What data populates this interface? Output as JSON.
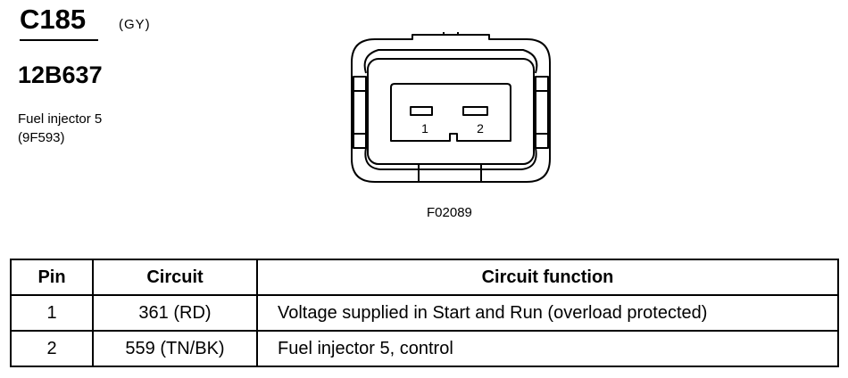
{
  "header": {
    "connector_id": "C185",
    "color_code": "(GY)",
    "part_number": "12B637",
    "description_line1": "Fuel injector 5",
    "description_line2": "(9F593)"
  },
  "diagram": {
    "figure_code": "F02089",
    "pin_labels": [
      "1",
      "2"
    ]
  },
  "table": {
    "headers": {
      "pin": "Pin",
      "circuit": "Circuit",
      "function": "Circuit function"
    },
    "rows": [
      {
        "pin": "1",
        "circuit": "361 (RD)",
        "function": "Voltage supplied in Start and Run (overload protected)"
      },
      {
        "pin": "2",
        "circuit": "559 (TN/BK)",
        "function": "Fuel injector 5, control"
      }
    ]
  }
}
